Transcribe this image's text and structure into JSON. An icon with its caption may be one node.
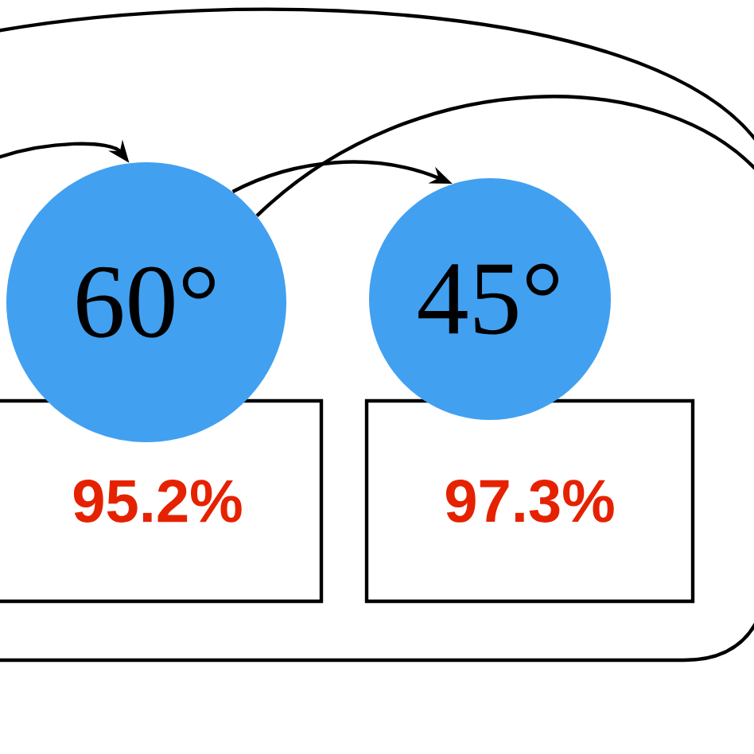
{
  "diagram": {
    "nodes": [
      {
        "text": [
          "60°"
        ]
      },
      {
        "text": [
          "95.2%"
        ]
      },
      {
        "text": [
          "45°"
        ]
      },
      {
        "text": [
          "97.3%"
        ]
      }
    ],
    "edges": [
      {
        "from": null,
        "to": 0,
        "arrow": "to"
      },
      {
        "from": 0,
        "to": 2,
        "arrow": "to"
      },
      {
        "from": 0,
        "to": null,
        "arrow": "none"
      }
    ]
  }
}
